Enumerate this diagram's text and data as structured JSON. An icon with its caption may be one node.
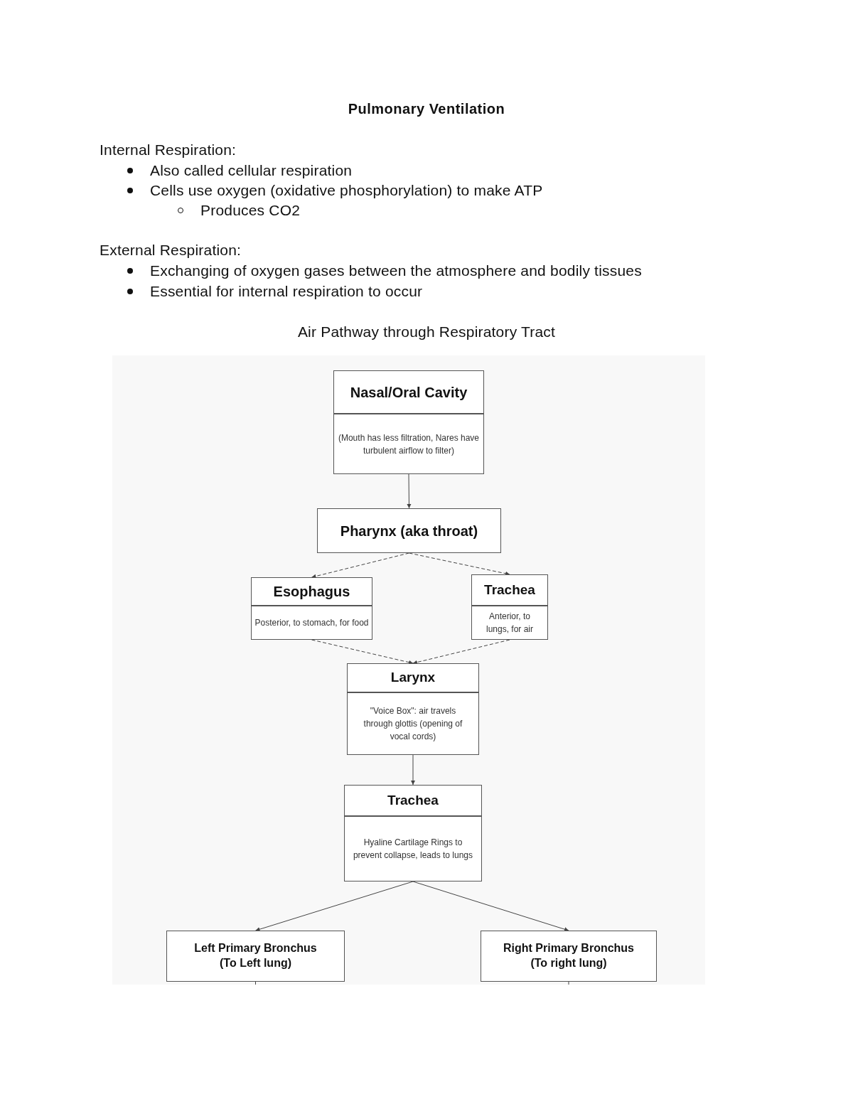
{
  "diagram": {
    "title": "Pulmonary Ventilation",
    "nodes": [
      {
        "text": [
          "Nasal/Oral Cavity",
          "(Mouth has less filtration, Nares have turbulent airflow to filter)"
        ]
      },
      {
        "text": [
          "Pharynx (aka throat)"
        ]
      },
      {
        "text": [
          "Esophagus",
          "Posterior, to stomach, for food"
        ]
      },
      {
        "text": [
          "Trachea",
          "Anterior, to lungs, for air"
        ]
      },
      {
        "text": [
          "Larynx",
          "\"Voice Box\": air travels through glottis (opening of vocal cords)"
        ]
      },
      {
        "text": [
          "Trachea",
          "Hyaline Cartilage Rings to prevent collapse, leads to lungs"
        ]
      },
      {
        "text": [
          "Left Primary Bronchus (To Left lung)"
        ]
      },
      {
        "text": [
          "Right Primary Bronchus (To right lung)"
        ]
      }
    ],
    "edges": [
      {
        "from": 0,
        "to": 1,
        "arrow": "to"
      },
      {
        "from": 1,
        "to": 2,
        "arrow": "to",
        "style": "dashed"
      },
      {
        "from": 1,
        "to": 3,
        "arrow": "to",
        "style": "dashed"
      },
      {
        "from": 2,
        "to": 4,
        "arrow": "to",
        "style": "dashed"
      },
      {
        "from": 3,
        "to": 4,
        "arrow": "to",
        "style": "dashed"
      },
      {
        "from": 4,
        "to": 5,
        "arrow": "to"
      },
      {
        "from": 5,
        "to": 6,
        "arrow": "to"
      },
      {
        "from": 5,
        "to": 7,
        "arrow": "to"
      },
      {
        "from": 6,
        "to": null,
        "arrow": "none"
      },
      {
        "from": 7,
        "to": null,
        "arrow": "none"
      }
    ],
    "labels": [
      "Internal Respiration:",
      "Also called cellular respiration",
      "Cells use oxygen (oxidative phosphorylation) to make ATP",
      "Produces CO2",
      "External Respiration:",
      "Exchanging of oxygen gases between the atmosphere and bodily tissues",
      "Essential for internal respiration to occur",
      "Air Pathway through Respiratory Tract"
    ]
  }
}
